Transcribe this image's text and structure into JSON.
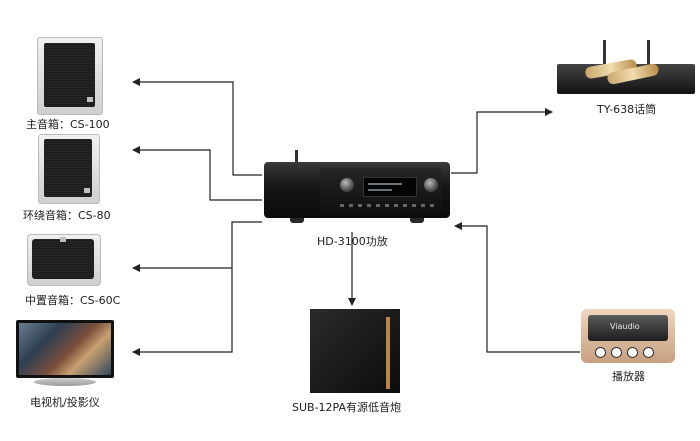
{
  "devices": {
    "main_speaker": {
      "label": "主音箱：CS-100"
    },
    "surround_speaker": {
      "label": "环绕音箱：CS-80"
    },
    "center_speaker": {
      "label": "中置音箱：CS-60C"
    },
    "tv_projector": {
      "label": "电视机/投影仪"
    },
    "amplifier": {
      "label": "HD-3100功放"
    },
    "subwoofer": {
      "label": "SUB-12PA有源低音炮"
    },
    "microphone": {
      "label": "TY-638话筒"
    },
    "player": {
      "label": "播放器",
      "screen_text": "Viaudio"
    }
  },
  "colors": {
    "wire": "#222222",
    "amp_body": "#111111",
    "player_body": "#e2c2a6",
    "sub_trim": "#b8864a"
  }
}
